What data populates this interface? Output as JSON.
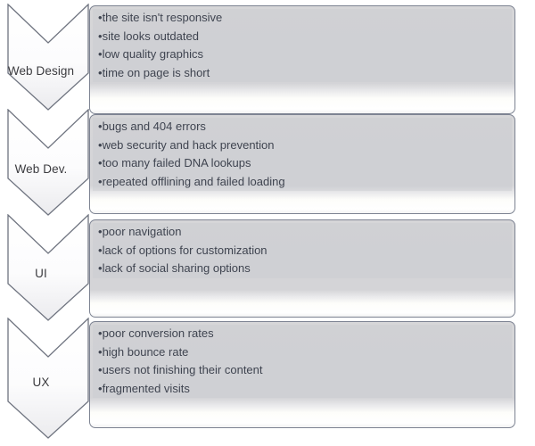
{
  "diagram": {
    "type": "chevron-list",
    "colors": {
      "box_fill": "#d5d5d8",
      "box_border": "#7d8392",
      "chevron_fill": "#fbfbfc",
      "chevron_border": "#6f7480",
      "text": "#3f4450",
      "label_text": "#3b3b3f"
    },
    "rows": [
      {
        "label": "Web Design",
        "bullets": [
          "the site isn't responsive",
          "site looks outdated",
          "low quality graphics",
          "time on page is short"
        ]
      },
      {
        "label": "Web Dev.",
        "bullets": [
          "bugs and 404 errors",
          "web security and hack prevention",
          "too many failed DNA lookups",
          "repeated offlining and failed loading"
        ]
      },
      {
        "label": "UI",
        "bullets": [
          "poor navigation",
          "lack of options for customization",
          "lack of social sharing options"
        ]
      },
      {
        "label": "UX",
        "bullets": [
          "poor conversion rates",
          "high bounce rate",
          "users not finishing their content",
          "fragmented visits"
        ]
      }
    ],
    "bullet_glyph": "•"
  }
}
